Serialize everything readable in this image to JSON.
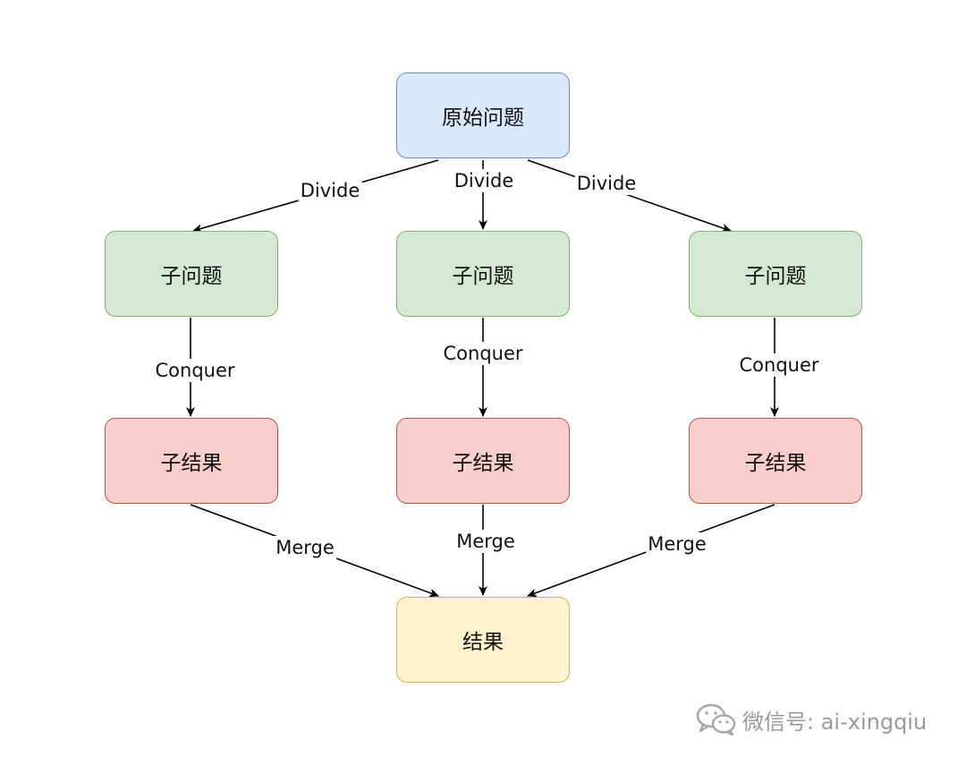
{
  "nodes": {
    "root": "原始问题",
    "subproblems": [
      "子问题",
      "子问题",
      "子问题"
    ],
    "subresults": [
      "子结果",
      "子结果",
      "子结果"
    ],
    "final": "结果"
  },
  "edge_labels": {
    "divide": [
      "Divide",
      "Divide",
      "Divide"
    ],
    "conquer": [
      "Conquer",
      "Conquer",
      "Conquer"
    ],
    "merge": [
      "Merge",
      "Merge",
      "Merge"
    ]
  },
  "colors": {
    "root_fill": "#dae8fc",
    "root_stroke": "#6c8ebf",
    "sub_fill": "#d5e8d4",
    "sub_stroke": "#82b366",
    "result_fill": "#f8cecc",
    "result_stroke": "#b85450",
    "final_fill": "#fff2cc",
    "final_stroke": "#d6b656"
  },
  "watermark": {
    "icon": "wechat-icon",
    "text": "微信号: ai-xingqiu"
  }
}
